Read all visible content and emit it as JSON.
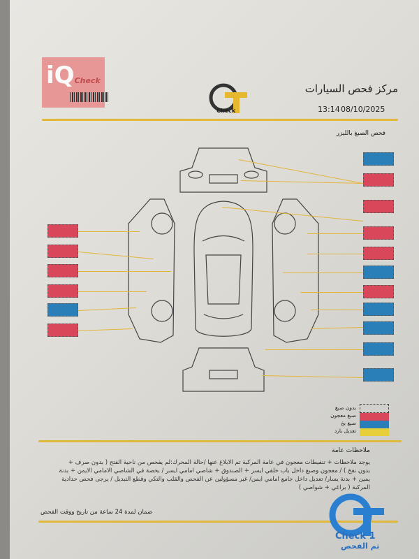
{
  "header": {
    "title": "مركز فحص السيارات",
    "date": "08/10/2025",
    "time": "13:14",
    "logo_text": "Check",
    "watermark": "iQ"
  },
  "section_title": "فحص الصبغ بالليزر",
  "colors": {
    "blue": "#2a7fb8",
    "red": "#d9485a",
    "yellow": "#e6cf3a",
    "accent": "#e0b93c"
  },
  "panels": {
    "right": [
      "blue",
      "red",
      "red",
      "red",
      "red",
      "blue",
      "red",
      "blue",
      "blue",
      "blue",
      "blue"
    ],
    "left": [
      "red",
      "red",
      "red",
      "red",
      "blue",
      "red"
    ]
  },
  "legend": [
    {
      "label": "بدون صبغ",
      "color": "none"
    },
    {
      "label": "صبغ معجون",
      "color": "red"
    },
    {
      "label": "صبغ بخ",
      "color": "blue"
    },
    {
      "label": "تعديل بارد",
      "color": "yellow"
    }
  ],
  "notes": {
    "heading": "ملاحظات عامة",
    "text": "يوجد ملاحظات + تنفيطات معجون في عامة المركبة تم الابلاغ عنها /حالة المحرك:لم يفحص من ناحية الفتح ( بدون صرف + بدون نفخ ) / معجون وصبغ داخل باب خلفي ايسر + الصندوق + شاصي امامي ايسر / بخصة في الشاصي الامامي الايمن + بدنة يمين + بدنة يسار/ تعديل داخل جامع امامي ايمن/ غير مسؤولين عن الفحص والقلب والتكي وقطع التبديل / يرجى فحص حدادية المركبة ( براغي + شواصي )"
  },
  "guarantee": "ضمان لمدة 24 ساعة من تاريخ ووقت الفحص",
  "stamp": {
    "text": "Check 1",
    "subtext": "تم الفحص"
  }
}
